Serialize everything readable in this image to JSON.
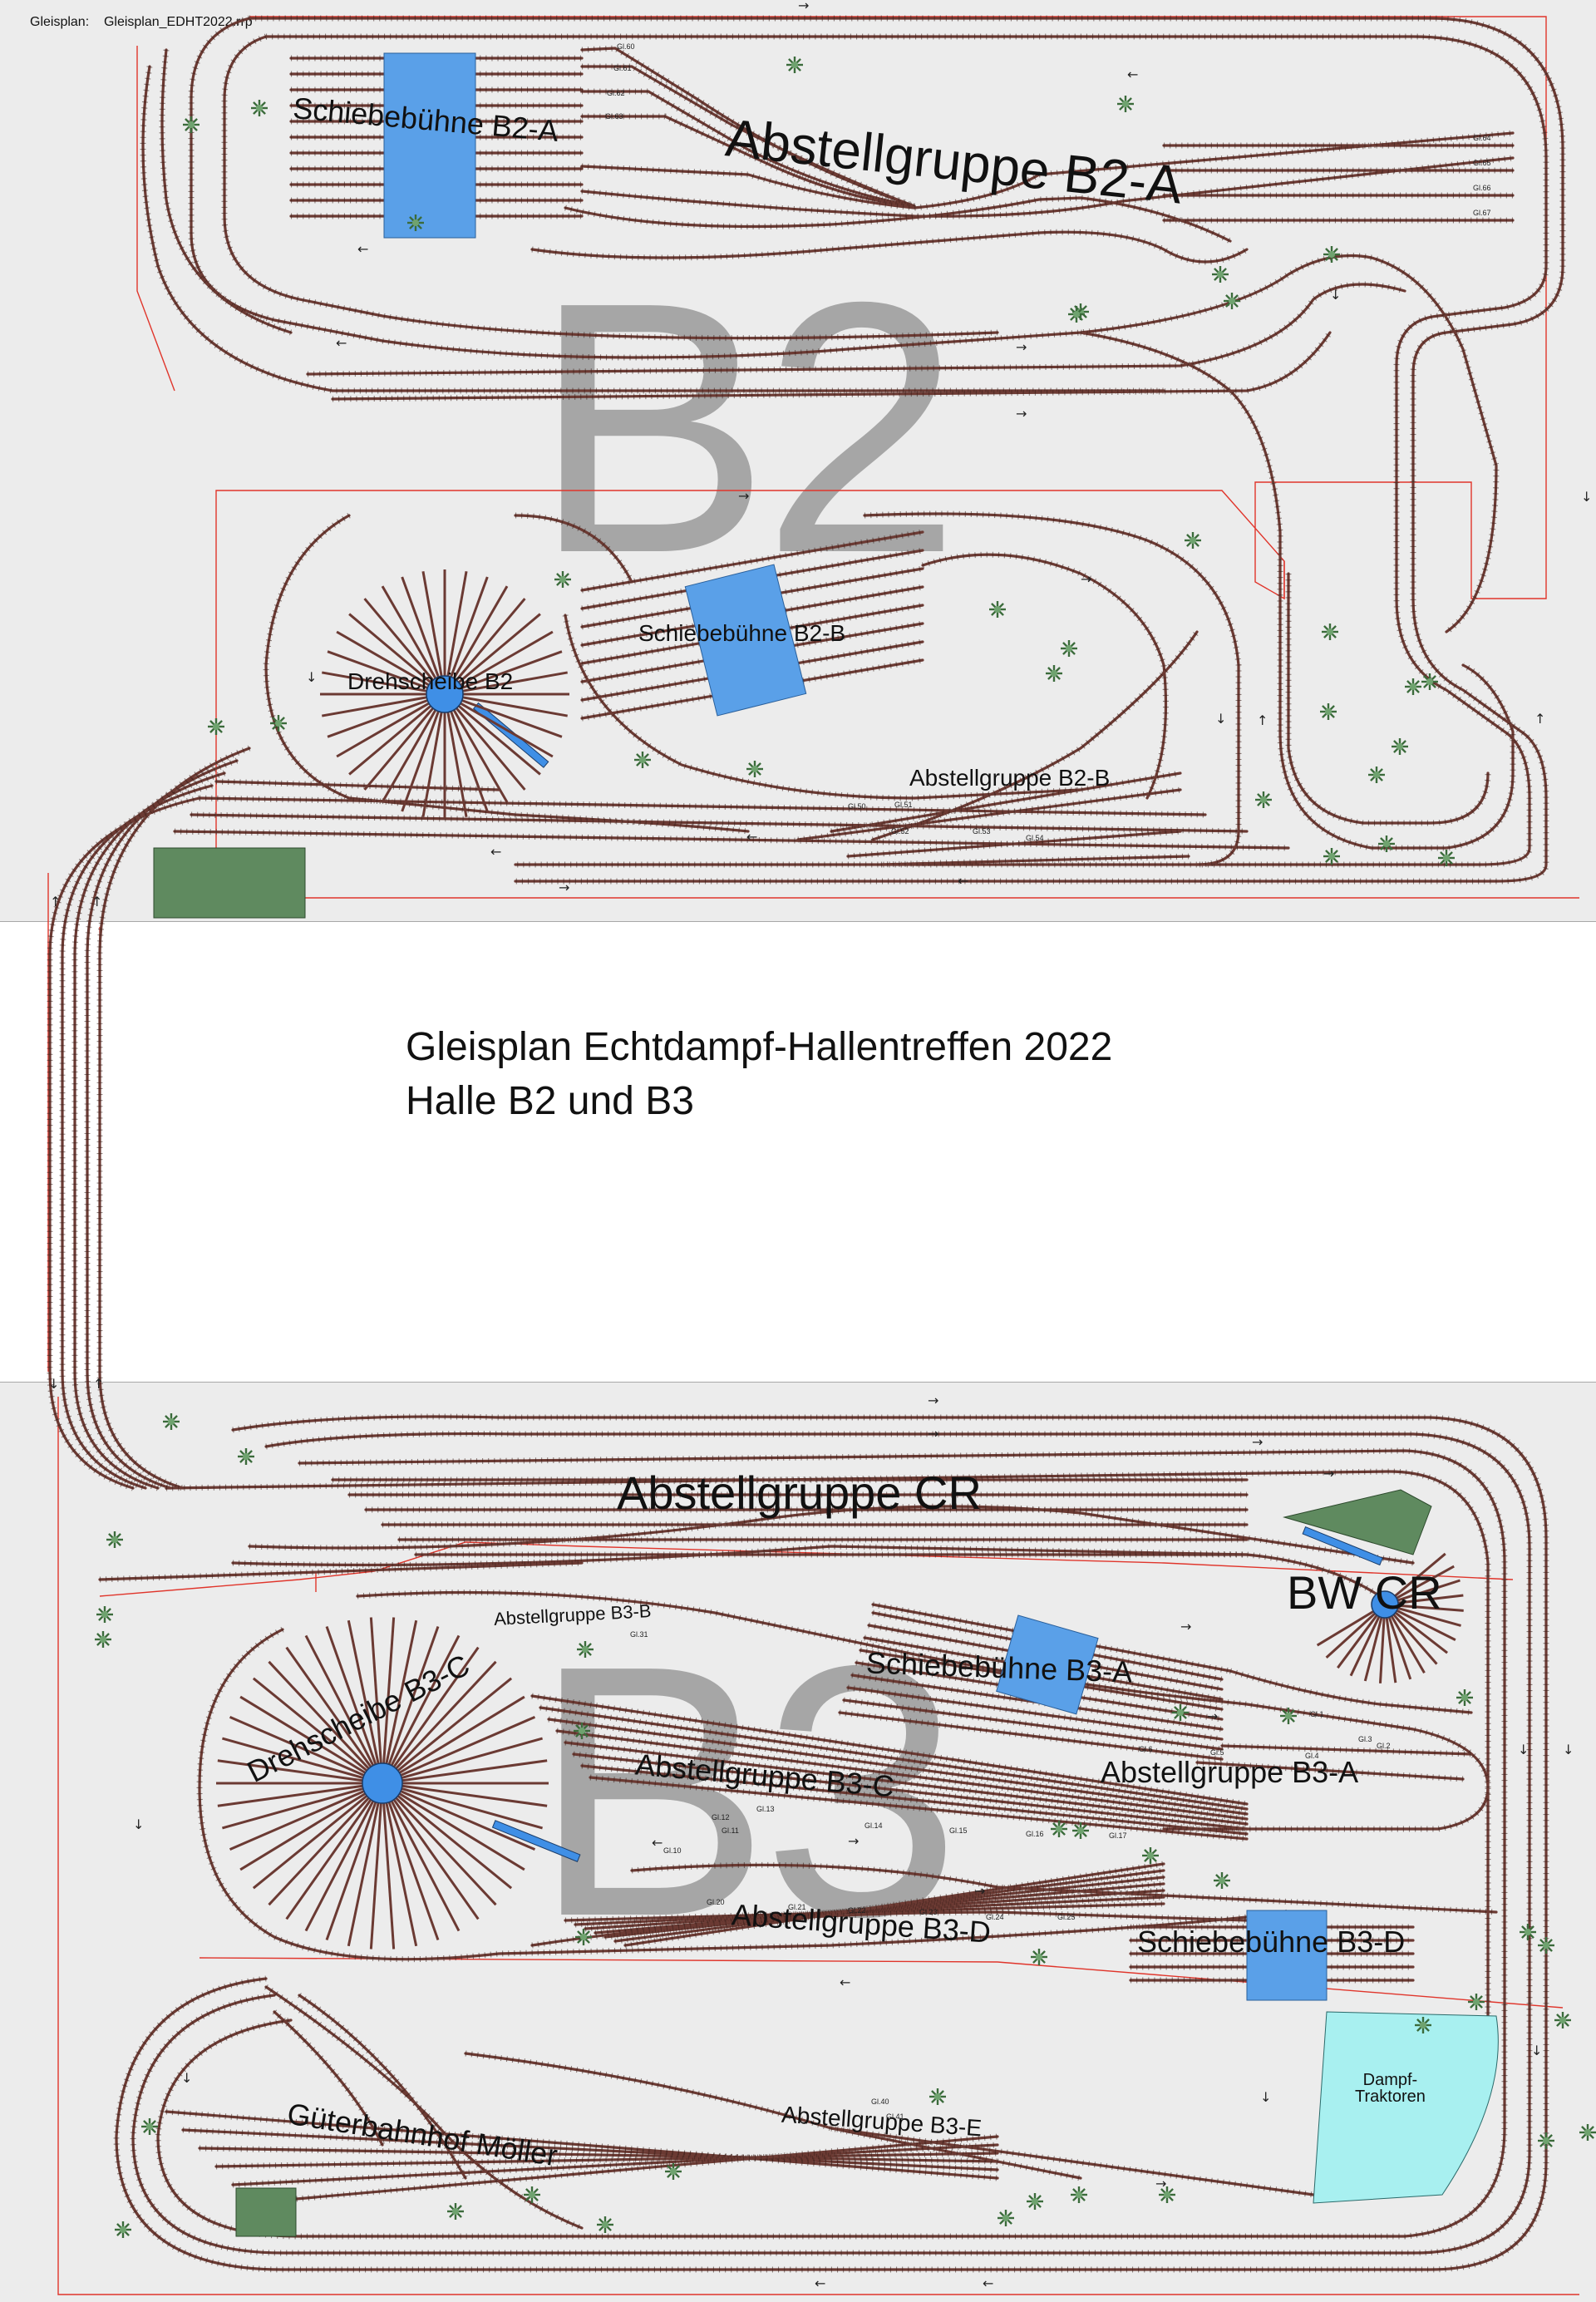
{
  "header": {
    "label": "Gleisplan:",
    "file": "Gleisplan_EDHT2022.rrp"
  },
  "title": {
    "line1": "Gleisplan Echtdampf-Hallentreffen 2022",
    "line2": "Halle B2 und B3"
  },
  "halls": {
    "b2": "B2",
    "b3": "B3"
  },
  "labels": {
    "schiebebuehne_b2a": "Schiebebühne B2-A",
    "abstellgruppe_b2a": "Abstellgruppe B2-A",
    "drehscheibe_b2": "Drehscheibe B2",
    "schiebebuehne_b2b": "Schiebebühne B2-B",
    "abstellgruppe_b2b": "Abstellgruppe B2-B",
    "abstellgruppe_cr": "Abstellgruppe CR",
    "bw_cr": "BW CR",
    "abstellgruppe_b3b": "Abstellgruppe B3-B",
    "schiebebuehne_b3a": "Schiebebühne B3-A",
    "drehscheibe_b3c": "Drehscheibe B3-C",
    "abstellgruppe_b3c": "Abstellgruppe B3-C",
    "abstellgruppe_b3a": "Abstellgruppe B3-A",
    "abstellgruppe_b3d": "Abstellgruppe B3-D",
    "schiebebuehne_b3d": "Schiebebühne B3-D",
    "dampf_traktoren_1": "Dampf-",
    "dampf_traktoren_2": "Traktoren",
    "abstellgruppe_b3e": "Abstellgruppe B3-E",
    "gueterbahnhof": "Güterbahnhof Möller"
  },
  "tracks": {
    "b2a": [
      "Gl.60",
      "Gl.61",
      "Gl.62",
      "Gl.63",
      "Gl.64",
      "Gl.65",
      "Gl.66",
      "Gl.67"
    ],
    "b2b": [
      "Gl.50",
      "Gl.51",
      "Gl.52",
      "Gl.53",
      "Gl.54"
    ],
    "b3": [
      "Gl.1",
      "Gl.2",
      "Gl.3",
      "Gl.4",
      "Gl.5",
      "Gl.6",
      "Gl.10",
      "Gl.11",
      "Gl.12",
      "Gl.13",
      "Gl.14",
      "Gl.15",
      "Gl.16",
      "Gl.17",
      "Gl.20",
      "Gl.21",
      "Gl.22",
      "Gl.23",
      "Gl.24",
      "Gl.25",
      "Gl.31",
      "Gl.40",
      "Gl.41"
    ]
  },
  "colors": {
    "track": "#6b3a33",
    "sleeper": "#3a1f1a",
    "boundary": "#e0352b",
    "platform_blue": "#5aa0e8",
    "turntable_blue": "#3f8fe6",
    "building_green": "#5f8a5f",
    "traktoren_cyan": "#a8f0f0",
    "hall_floor": "#ececec"
  }
}
